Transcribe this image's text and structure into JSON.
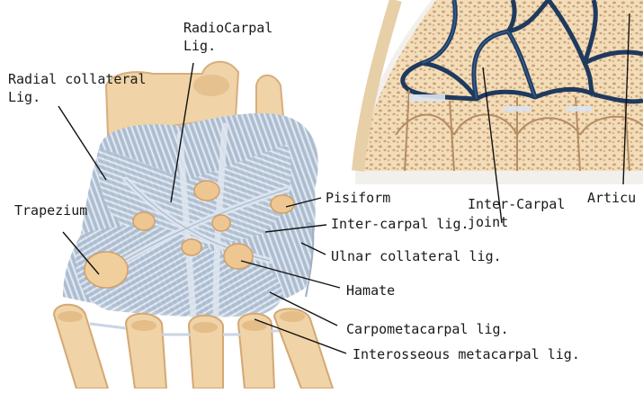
{
  "colors": {
    "bone": "#f0d3a6",
    "bone_shadow": "#d9b17e",
    "ligament": "#b9c8da",
    "ligament_fiber": "#eef3f8",
    "cartilage_blue": "#1f3a5e",
    "leader_line": "#111111"
  },
  "labels": {
    "radiocarpal": "RadioCarpal\nLig.",
    "radial_collateral": "Radial collateral\nLig.",
    "trapezium": "Trapezium",
    "pisiform": "Pisiform",
    "inter_carpal_lig": "Inter-carpal lig.",
    "ulnar_collateral": "Ulnar collateral lig.",
    "hamate": "Hamate",
    "carpometacarpal": "Carpometacarpal lig.",
    "interosseous": "Interosseous metacarpal lig.",
    "inter_carpal_joint": "Inter-Carpal\njoint",
    "articular": "Articu"
  }
}
